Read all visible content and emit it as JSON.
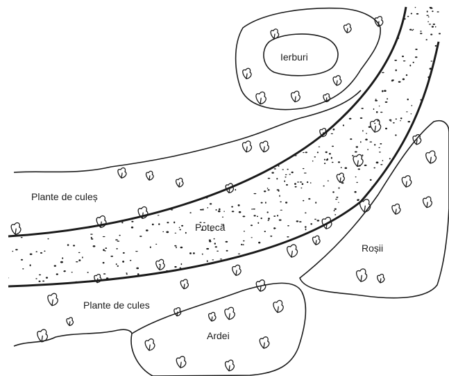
{
  "labels": {
    "herbs": "Ierburi",
    "pick_top": "Plante de culeș",
    "path": "Potecă",
    "tomatoes": "Roșii",
    "pick_bottom": "Plante de cules",
    "peppers": "Ardei"
  },
  "colors": {
    "ink": "#1a1a1a",
    "paper": "#ffffff"
  }
}
